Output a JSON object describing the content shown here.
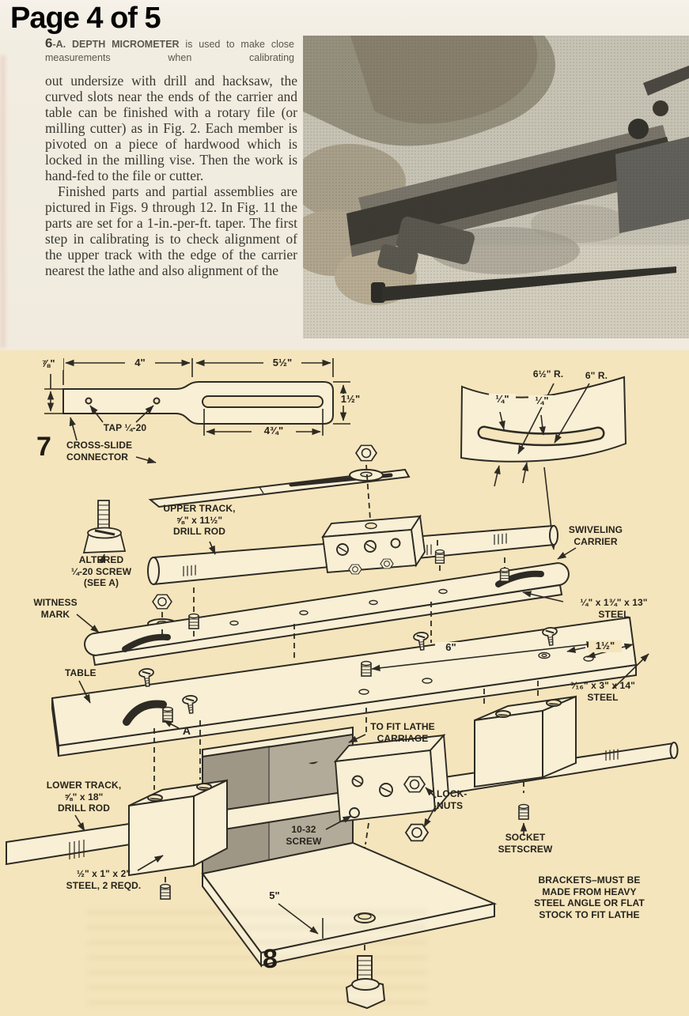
{
  "page": {
    "header": "Page 4 of 5"
  },
  "figure6a": {
    "caption_fig": "6",
    "caption_bold": "-A. DEPTH MICROMETER ",
    "caption_rest": "is used to make close measurements when calibrating"
  },
  "article": {
    "paragraphs": [
      "out undersize with drill and hacksaw, the curved slots near the ends of the carrier and table can be finished with a rotary file (or milling cutter) as in Fig. 2. Each member is pivoted on a piece of hardwood which is locked in the milling vise. Then the work is hand-fed to the file or cutter.",
      "Finished parts and partial assemblies are pictured in Figs. 9 through 12. In Fig. 11 the parts are set for a 1-in.-per-ft. taper. The first step in calibrating is to check alignment of the upper track with the edge of the carrier nearest the lathe and also alignment of the"
    ]
  },
  "colors": {
    "page_top": "#f1ece0",
    "diagram_bg": "#f5e5bc",
    "ink": "#2e2b24"
  },
  "diagram": {
    "fig7_number": "7",
    "fig8_number": "8",
    "labels": {
      "dim_78": "⅞\"",
      "dim_4": "4\"",
      "dim_5_5": "5½\"",
      "dim_1_5_connector": "1½\"",
      "dim_4_75": "4¾\"",
      "tap": "TAP ¼-20",
      "cross_slide": "CROSS-SLIDE\nCONNECTOR",
      "radius_outer": "6½\" R.",
      "radius_inner": "6\" R.",
      "quarter_a": "¼\"",
      "quarter_b": "¼\"",
      "upper_track": "UPPER TRACK,\n⅝\" x 11½\"\nDRILL ROD",
      "altered_screw": "ALTERED\n¼-20 SCREW\n(SEE A)",
      "witness_mark": "WITNESS\nMARK",
      "swiveling_carrier": "SWIVELING\nCARRIER",
      "carrier_stock": "¼\" x 1¾\" x 13\"\nSTEEL",
      "carrier_width": "1½\"",
      "table_span": "6\"",
      "table_stock": "³⁄₁₆\" x 3\" x 14\"\nSTEEL",
      "table": "TABLE",
      "detail_ref": "A",
      "to_fit": "TO FIT LATHE\nCARRIAGE",
      "lower_track": "LOWER TRACK,\n⅝\" x 18\"\nDRILL ROD",
      "block_stock": "½\" x 1\" x 2\"\nSTEEL, 2 REQD.",
      "screw_10_32": "10-32\nSCREW",
      "lock_nuts": "LOCK-\nNUTS",
      "socket_setscrew": "SOCKET\nSETSCREW",
      "brackets_note": "BRACKETS–MUST BE\nMADE FROM HEAVY\nSTEEL ANGLE OR FLAT\nSTOCK TO FIT LATHE",
      "base_dim": "5\""
    }
  }
}
